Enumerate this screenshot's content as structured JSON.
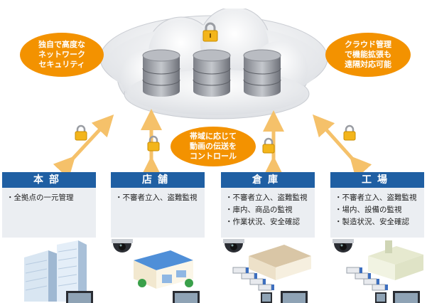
{
  "bubbles": {
    "security": [
      "独自で高度な",
      "ネットワーク",
      "セキュリティ"
    ],
    "cloud_mgmt": [
      "クラウド管理",
      "で機能拡張も",
      "遠隔対応可能"
    ],
    "bandwidth": [
      "帯域に応じて",
      "動画の伝送を",
      "コントロール"
    ]
  },
  "sites": [
    {
      "title": "本部",
      "items": [
        "全拠点の一元管理"
      ]
    },
    {
      "title": "店舗",
      "items": [
        "不審者立入、盗難監視"
      ]
    },
    {
      "title": "倉庫",
      "items": [
        "不審者立入、盗難監視",
        "庫内、商品の監視",
        "作業状況、安全確認"
      ]
    },
    {
      "title": "工場",
      "items": [
        "不審者立入、盗難監視",
        "場内、設備の監視",
        "製造状況、安全確認"
      ]
    }
  ],
  "colors": {
    "accent_orange": "#f39200",
    "header_blue": "#1f5fa3",
    "panel_bg": "#ebeef2",
    "arrow": "#f5c16a",
    "lock": "#f3b51b"
  },
  "icons": [
    "cloud-icon",
    "database-icon",
    "lock-icon",
    "arrow-icon",
    "camera-icon",
    "building-icon",
    "store-icon",
    "warehouse-icon",
    "factory-icon",
    "truck-icon",
    "monitor-icon"
  ]
}
